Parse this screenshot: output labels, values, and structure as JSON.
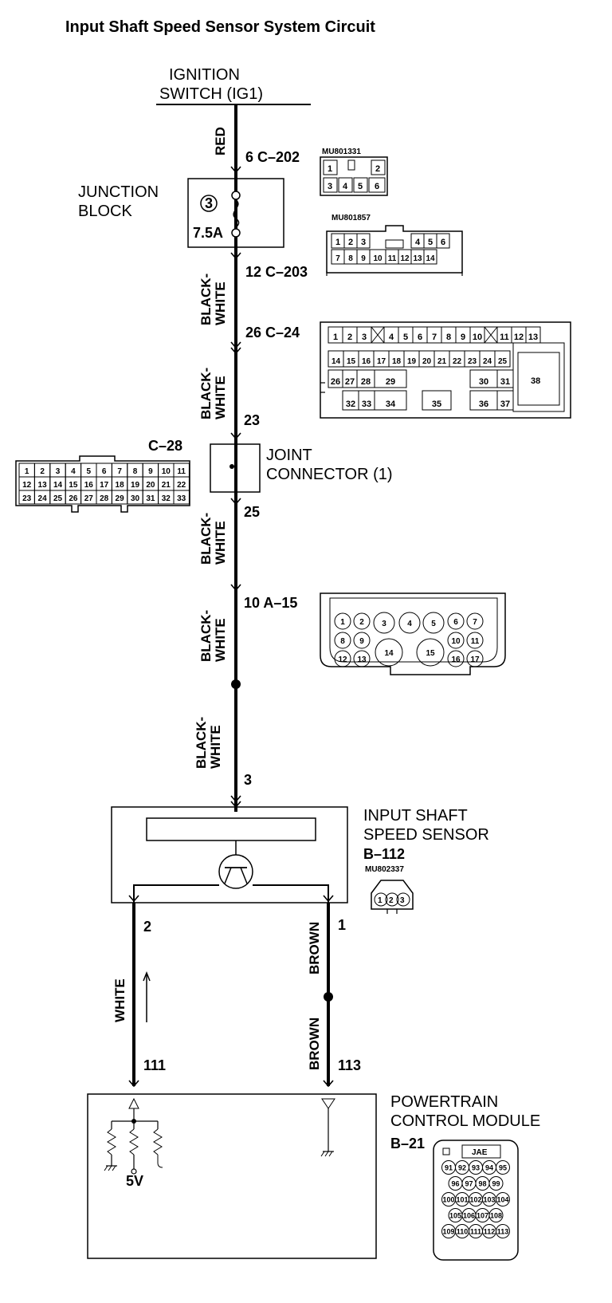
{
  "title": "Input Shaft Speed Sensor System Circuit",
  "ignition": {
    "line1": "IGNITION",
    "line2": "SWITCH (IG1)"
  },
  "wires": {
    "red": "RED",
    "bw1": [
      "BLACK-",
      "WHITE"
    ],
    "bw2": [
      "BLACK-",
      "WHITE"
    ],
    "bw3": [
      "BLACK-",
      "WHITE"
    ],
    "bw4": [
      "BLACK-",
      "WHITE"
    ],
    "bw5": [
      "BLACK-",
      "WHITE"
    ],
    "white": "WHITE",
    "brown1": "BROWN",
    "brown2": "BROWN"
  },
  "pins": {
    "c202": "6  C–202",
    "c203": "12  C–203",
    "c24": "26  C–24",
    "p23": "23",
    "p25": "25",
    "a15": "10  A–15",
    "p3": "3",
    "p2": "2",
    "p1": "1",
    "p111": "111",
    "p113": "113"
  },
  "junction": {
    "line1": "JUNCTION",
    "line2": "BLOCK",
    "fuse_no": "3",
    "fuse_rating": "7.5A"
  },
  "joint": {
    "line1": "JOINT",
    "line2": "CONNECTOR (1)"
  },
  "sensor": {
    "line1": "INPUT SHAFT",
    "line2": "SPEED SENSOR",
    "code": "B–112",
    "part": "MU802337",
    "pins": [
      "1",
      "2",
      "3"
    ]
  },
  "pcm": {
    "line1": "POWERTRAIN",
    "line2": "CONTROL MODULE",
    "code": "B–21",
    "voltage": "5V",
    "brand": "JAE",
    "rows": [
      [
        "91",
        "92",
        "93",
        "94",
        "95"
      ],
      [
        "96",
        "97",
        "98",
        "99"
      ],
      [
        "100",
        "101",
        "102",
        "103",
        "104"
      ],
      [
        "105",
        "106",
        "107",
        "108"
      ],
      [
        "109",
        "110",
        "111",
        "112",
        "113"
      ]
    ]
  },
  "conn_mu801331": {
    "part": "MU801331",
    "row1": [
      "1",
      "",
      "2"
    ],
    "row2": [
      "3",
      "4",
      "5",
      "6"
    ]
  },
  "conn_mu801857": {
    "part": "MU801857",
    "row1": [
      "1",
      "2",
      "3",
      "",
      "4",
      "5",
      "6"
    ],
    "row2": [
      "7",
      "8",
      "9",
      "10",
      "11",
      "12",
      "13",
      "14"
    ]
  },
  "conn_c24": {
    "row1": [
      "1",
      "2",
      "3",
      "4",
      "5",
      "6",
      "7",
      "8",
      "9",
      "10",
      "11",
      "12",
      "13"
    ],
    "row2": [
      "14",
      "15",
      "16",
      "17",
      "18",
      "19",
      "20",
      "21",
      "22",
      "23",
      "24",
      "25"
    ],
    "row3": [
      "26",
      "27",
      "28",
      "29",
      "30",
      "31"
    ],
    "row4": [
      "32",
      "33",
      "34",
      "35",
      "36",
      "37"
    ],
    "big": "38"
  },
  "conn_c28": {
    "label": "C–28",
    "row1": [
      "1",
      "2",
      "3",
      "4",
      "5",
      "6",
      "7",
      "8",
      "9",
      "10",
      "11"
    ],
    "row2": [
      "12",
      "13",
      "14",
      "15",
      "16",
      "17",
      "18",
      "19",
      "20",
      "21",
      "22"
    ],
    "row3": [
      "23",
      "24",
      "25",
      "26",
      "27",
      "28",
      "29",
      "30",
      "31",
      "32",
      "33"
    ]
  },
  "conn_a15": {
    "pins": [
      "1",
      "2",
      "3",
      "4",
      "5",
      "6",
      "7",
      "8",
      "9",
      "10",
      "11",
      "12",
      "13",
      "14",
      "15",
      "16",
      "17"
    ]
  }
}
